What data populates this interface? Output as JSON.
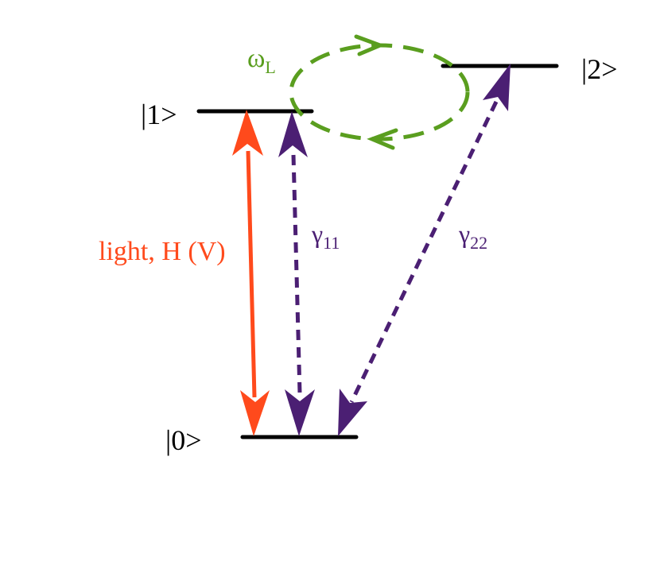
{
  "levels": {
    "ground": "|0>",
    "excited_1": "|1>",
    "excited_2": "|2>"
  },
  "labels": {
    "light": "light, H (V)",
    "omega_symbol": "ω",
    "omega_sub": "L",
    "gamma11_symbol": "γ",
    "gamma11_sub": "11",
    "gamma22_symbol": "γ",
    "gamma22_sub": "22"
  },
  "colors": {
    "light_arrow": "#ff4a1c",
    "decay_arrow": "#4b1f73",
    "coupling_loop": "#5a9e1f",
    "levels": "#000000"
  }
}
